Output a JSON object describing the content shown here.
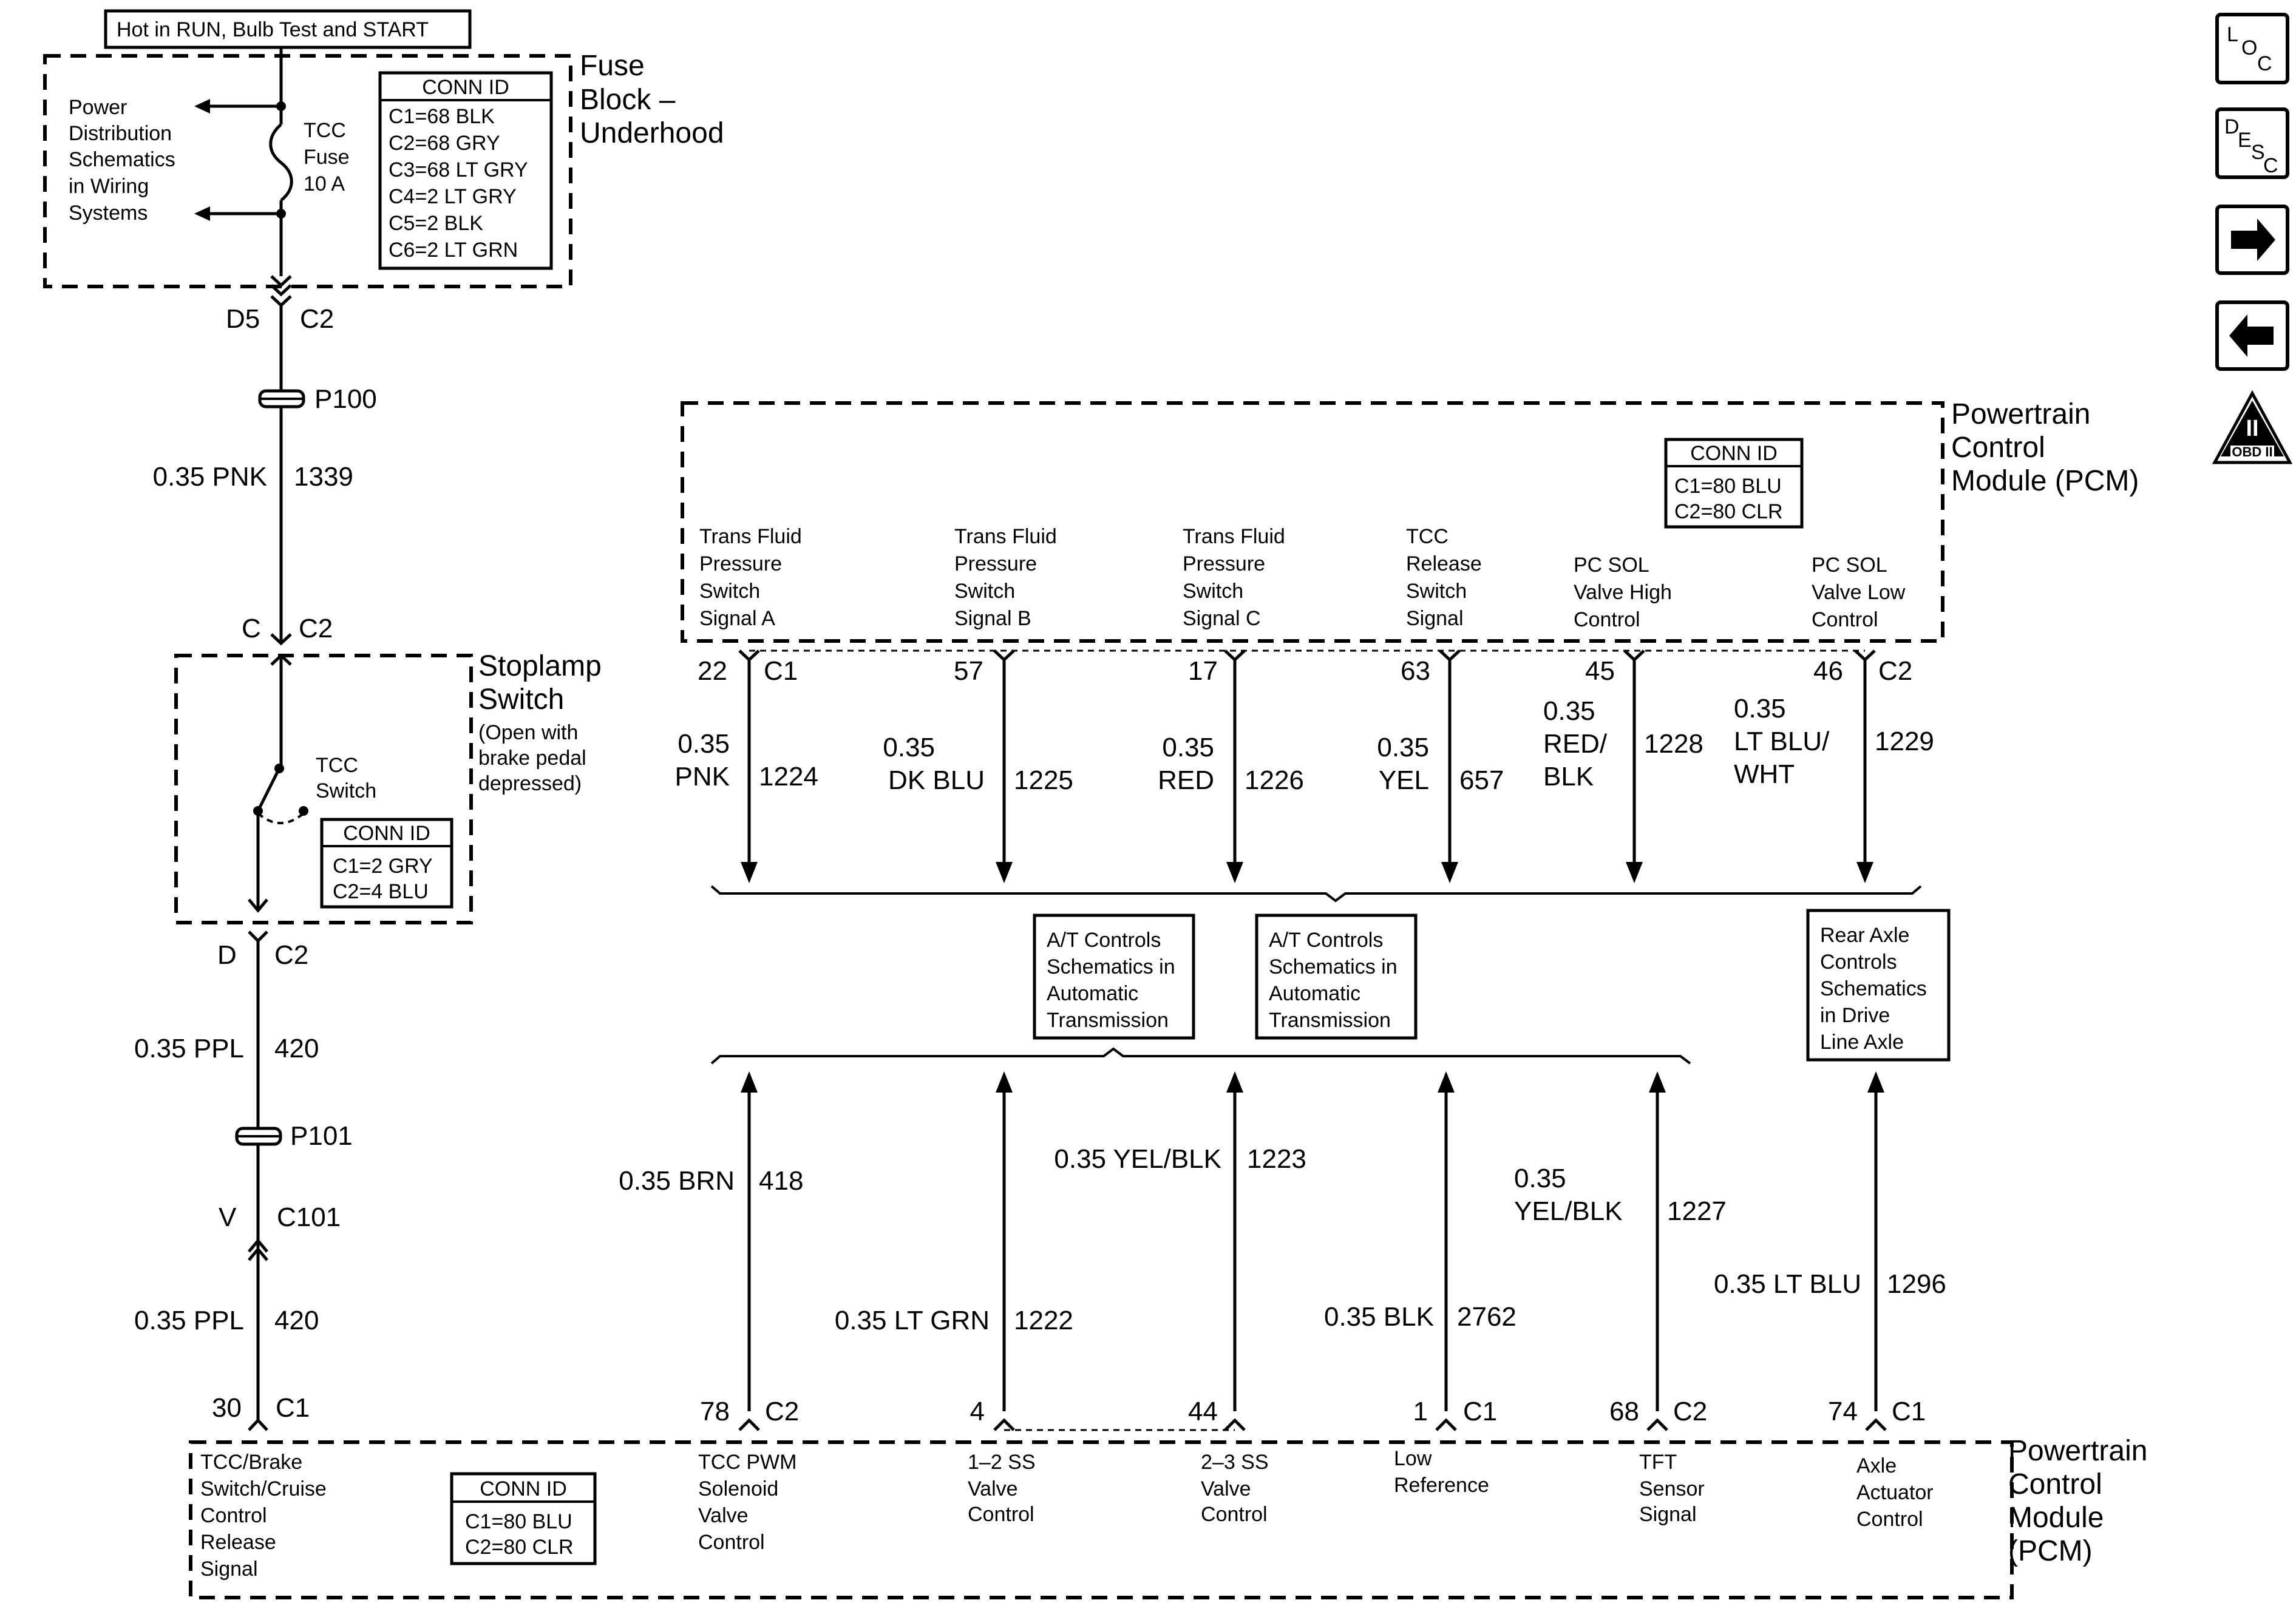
{
  "header_note": "Hot in RUN, Bulb Test and START",
  "fuse_block": {
    "title": [
      "Fuse",
      "Block –",
      "Underhood"
    ],
    "note": [
      "Power",
      "Distribution",
      "Schematics",
      "in Wiring",
      "Systems"
    ],
    "fuse": [
      "TCC",
      "Fuse",
      "10 A"
    ],
    "conn_id": {
      "header": "CONN ID",
      "items": [
        "C1=68 BLK",
        "C2=68 GRY",
        "C3=68 LT GRY",
        "C4=2 LT GRY",
        "C5=2 BLK",
        "C6=2 LT GRN"
      ]
    },
    "out_pin": "D5",
    "out_conn": "C2"
  },
  "splice_p100": "P100",
  "wire_upper": {
    "gauge": "0.35 PNK",
    "circuit": "1339"
  },
  "stoplamp": {
    "in_pin": "C",
    "in_conn": "C2",
    "title": [
      "Stoplamp",
      "Switch"
    ],
    "subtitle": [
      "(Open with",
      "brake pedal",
      "depressed)"
    ],
    "switch": [
      "TCC",
      "Switch"
    ],
    "conn_id": {
      "header": "CONN ID",
      "items": [
        "C1=2 GRY",
        "C2=4 BLU"
      ]
    },
    "out_pin": "D",
    "out_conn": "C2"
  },
  "wire_mid": {
    "gauge": "0.35 PPL",
    "circuit": "420"
  },
  "splice_p101": "P101",
  "c101": {
    "pin": "V",
    "conn": "C101"
  },
  "wire_low": {
    "gauge": "0.35 PPL",
    "circuit": "420"
  },
  "pcm_top": {
    "title": [
      "Powertrain",
      "Control",
      "Module (PCM)"
    ],
    "conn_id": {
      "header": "CONN ID",
      "items": [
        "C1=80 BLU",
        "C2=80 CLR"
      ]
    },
    "signals": [
      {
        "label": [
          "Trans Fluid",
          "Pressure",
          "Switch",
          "Signal A"
        ],
        "pin": "22",
        "conn": "C1",
        "gauge": [
          "0.35",
          "PNK"
        ],
        "circuit": "1224"
      },
      {
        "label": [
          "Trans Fluid",
          "Pressure",
          "Switch",
          "Signal B"
        ],
        "pin": "57",
        "conn": "",
        "gauge": [
          "0.35",
          "DK BLU"
        ],
        "circuit": "1225"
      },
      {
        "label": [
          "Trans Fluid",
          "Pressure",
          "Switch",
          "Signal C"
        ],
        "pin": "17",
        "conn": "",
        "gauge": [
          "0.35",
          "RED"
        ],
        "circuit": "1226"
      },
      {
        "label": [
          "TCC",
          "Release",
          "Switch",
          "Signal"
        ],
        "pin": "63",
        "conn": "",
        "gauge": [
          "0.35",
          "YEL"
        ],
        "circuit": "657"
      },
      {
        "label": [
          "PC SOL",
          "Valve High",
          "Control"
        ],
        "pin": "45",
        "conn": "",
        "gauge": [
          "0.35",
          "RED/",
          "BLK"
        ],
        "circuit": "1228"
      },
      {
        "label": [
          "PC SOL",
          "Valve Low",
          "Control"
        ],
        "pin": "46",
        "conn": "C2",
        "gauge": [
          "0.35",
          "LT BLU/",
          "WHT"
        ],
        "circuit": "1229"
      }
    ]
  },
  "ref_boxes": [
    [
      "A/T Controls",
      "Schematics in",
      "Automatic",
      "Transmission"
    ],
    [
      "A/T Controls",
      "Schematics in",
      "Automatic",
      "Transmission"
    ],
    [
      "Rear Axle",
      "Controls",
      "Schematics",
      "in Drive",
      "Line Axle"
    ]
  ],
  "lower_wires": [
    {
      "gauge": [
        "0.35 BRN"
      ],
      "circuit": "418"
    },
    {
      "gauge": [
        "0.35 LT GRN"
      ],
      "circuit": "1222"
    },
    {
      "gauge": [
        "0.35 YEL/BLK"
      ],
      "circuit": "1223"
    },
    {
      "gauge": [
        "0.35 BLK"
      ],
      "circuit": "2762"
    },
    {
      "gauge": [
        "0.35",
        "YEL/BLK"
      ],
      "circuit": "1227"
    },
    {
      "gauge": [
        "0.35 LT BLU"
      ],
      "circuit": "1296"
    }
  ],
  "pcm_bottom": {
    "title": [
      "Powertrain",
      "Control",
      "Module",
      "(PCM)"
    ],
    "conn_id": {
      "header": "CONN ID",
      "items": [
        "C1=80 BLU",
        "C2=80 CLR"
      ]
    },
    "signals": [
      {
        "label": [
          "TCC/Brake",
          "Switch/Cruise",
          "Control",
          "Release",
          "Signal"
        ],
        "pin": "30",
        "conn": "C1"
      },
      {
        "label": [
          "TCC PWM",
          "Solenoid",
          "Valve",
          "Control"
        ],
        "pin": "78",
        "conn": "C2"
      },
      {
        "label": [
          "1–2 SS",
          "Valve",
          "Control"
        ],
        "pin": "4",
        "conn": ""
      },
      {
        "label": [
          "2–3 SS",
          "Valve",
          "Control"
        ],
        "pin": "44",
        "conn": ""
      },
      {
        "label": [
          "Low",
          "Reference"
        ],
        "pin": "1",
        "conn": "C1"
      },
      {
        "label": [
          "TFT",
          "Sensor",
          "Signal"
        ],
        "pin": "68",
        "conn": "C2"
      },
      {
        "label": [
          "Axle",
          "Actuator",
          "Control"
        ],
        "pin": "74",
        "conn": "C1"
      }
    ]
  },
  "side_nav": {
    "loc": [
      "L",
      "O",
      "C"
    ],
    "desc": [
      "D",
      "E",
      "S",
      "C"
    ],
    "obd": [
      "II",
      "OBD II"
    ]
  }
}
